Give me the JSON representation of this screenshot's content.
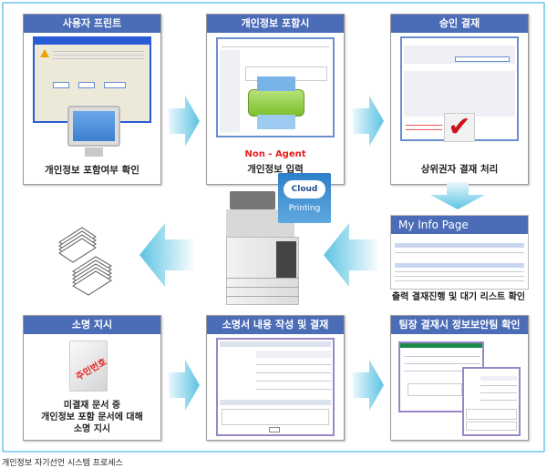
{
  "steps": [
    {
      "title": "사용자 프린트",
      "caption": "개인정보 포함여부 확인"
    },
    {
      "title": "개인정보 포함시",
      "note": "Non - Agent",
      "caption": "개인정보 입력"
    },
    {
      "title": "승인 결재",
      "caption": "상위권자 결재 처리"
    },
    {
      "title": "My Info Page",
      "caption": "출력 결재진행 및 대기 리스트 확인"
    },
    {
      "title": "소명 지시",
      "caption_lines": [
        "미결재 문서 중",
        "개인정보 포함 문서에 대해",
        "소명 지시"
      ],
      "stamp": "주민번호"
    },
    {
      "title": "소명서 내용 작성 및 결재"
    },
    {
      "title": "팀장 결재시 정보보안팀 확인"
    }
  ],
  "cloud": {
    "line1": "Cloud",
    "line2": "Printing"
  },
  "figure_caption": "개인정보 자기선언 시스템 프로세스",
  "colors": {
    "header": "#4b6db8",
    "frame": "#8fd3ee",
    "arrow": "#5cc3e3",
    "note": "#e52020"
  }
}
